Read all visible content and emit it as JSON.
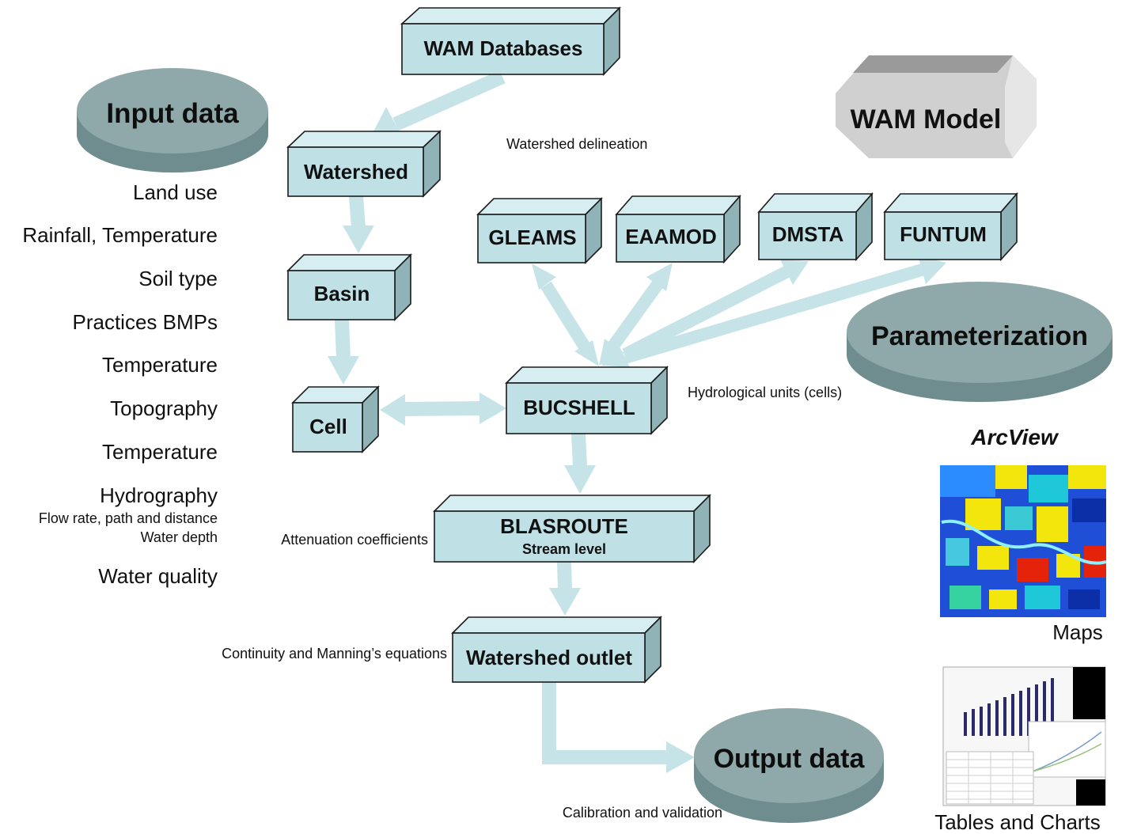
{
  "boxes": {
    "wam_databases": "WAM Databases",
    "watershed": "Watershed",
    "basin": "Basin",
    "cell": "Cell",
    "bucshell": "BUCSHELL",
    "gleams": "GLEAMS",
    "eaamod": "EAAMOD",
    "dmsta": "DMSTA",
    "funtum": "FUNTUM",
    "blasroute": "BLASROUTE",
    "blasroute_sub": "Stream level",
    "watershed_outlet": "Watershed outlet"
  },
  "disks": {
    "input_data": "Input data",
    "parameterization": "Parameterization",
    "output_data": "Output data"
  },
  "model_badge": "WAM Model",
  "input_list": {
    "items": [
      "Land use",
      "Rainfall, Temperature",
      "Soil type",
      "Practices BMPs",
      "Temperature",
      "Topography",
      "Temperature",
      "Hydrography"
    ],
    "hydrography_details": [
      "Flow rate, path and distance",
      "Water depth"
    ],
    "water_quality": "Water quality"
  },
  "notes": {
    "watershed_delineation": "Watershed delineation",
    "hydrological_units": "Hydrological units (cells)",
    "attenuation": "Attenuation coefficients",
    "continuity": "Continuity and Manning’s equations",
    "calibration": "Calibration and validation"
  },
  "outputs": {
    "arcview": "ArcView",
    "maps": "Maps",
    "tables_charts": "Tables and Charts"
  },
  "colors": {
    "box_front": "#bfe1e6",
    "box_side": "#8fb3b6",
    "arrow": "#c6e4e8",
    "disk": "#8fa9aa",
    "badge": "#d0d0d0"
  }
}
